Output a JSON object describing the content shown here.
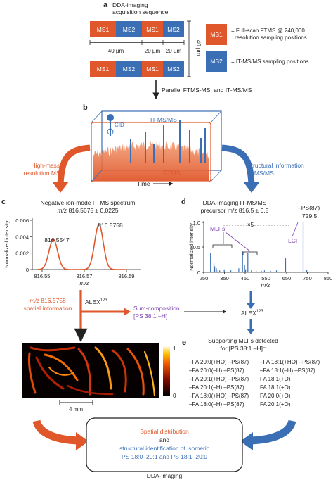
{
  "colors": {
    "ms1": "#e0572b",
    "ms2": "#3a6fb6",
    "purple": "#7a3fb0",
    "orange": "#e0572b",
    "blue": "#3a6fb6"
  },
  "panel_a": {
    "letter": "a",
    "title_line1": "DDA-imaging",
    "title_line2": "acquisition sequence",
    "row1": [
      "MS1",
      "MS2",
      "MS1",
      "MS2"
    ],
    "row2": [
      "MS1",
      "MS2",
      "MS1",
      "MS2"
    ],
    "dim_40": "40 µm",
    "dim_20a": "20 µm",
    "dim_20b": "20 µm",
    "dim_vertical": "40 µm",
    "legend_ms1_label": "MS1",
    "legend_ms1_line1": "= Full-scan FTMS @ 240,000",
    "legend_ms1_line2": "resolution sampling positions",
    "legend_ms2_label": "MS2",
    "legend_ms2_line1": "= IT-MS/MS sampling positions",
    "arrow_caption": "Parallel FTMS-MSI and IT-MS/MS"
  },
  "panel_b": {
    "letter": "b",
    "itmsms": "IT-MS/MS",
    "cid": "CID",
    "ftms": "FTMS",
    "time": "Time",
    "left_line1": "High-mass-",
    "left_line2": "resolution MSI",
    "right_line1": "Structural information",
    "right_line2": "IT-MS/MS"
  },
  "panel_c": {
    "letter": "c",
    "title_line1": "Negative-ion-mode FTMS spectrum",
    "title_line2_mz": "m/z",
    "title_line2_rest": "816.5675 ± 0.0225",
    "peak1": "816.5547",
    "peak2": "816.5758",
    "ylabel": "Normalized intensity",
    "xlabel": "m/z",
    "yticks": [
      "0",
      "0.002",
      "0.004",
      "0.006"
    ],
    "xticks": [
      "816.55",
      "816.57",
      "816.59"
    ],
    "spatial_line1": "m/z 816.5758",
    "spatial_line2": "spatial information",
    "alex": "ALEX",
    "alex_sup": "123",
    "sum_line1": "Sum-composition",
    "sum_line2": "[PS 38:1 –H]⁻",
    "colorbar_max": "1",
    "colorbar_min": "0",
    "scalebar": "4 mm"
  },
  "panel_d": {
    "letter": "d",
    "title_line1": "DDA-imaging IT-MS/MS",
    "title_line2": "precursor m/z 816.5 ± 0.5",
    "ylabel": "Normalized intensity",
    "xlabel": "m/z",
    "yticks": [
      "0",
      "0.5",
      "1.0"
    ],
    "xticks": [
      "250",
      "350",
      "450",
      "550",
      "650",
      "750",
      "850"
    ],
    "ps87_line1": "–PS(87)",
    "ps87_line2": "729.5",
    "mlfs": "MLFs",
    "x5": "×5",
    "lcf": "LCF",
    "alex": "ALEX",
    "alex_sup": "123"
  },
  "panel_e": {
    "letter": "e",
    "title_line1": "Supporting MLFs detected",
    "title_line2": "for [PS 38:1 –H]⁻",
    "col1": [
      "–FA 20:0(+HO) –PS(87)",
      "–FA 20:0(–H) –PS(87)",
      "–FA 20:1(+HO) –PS(87)",
      "–FA 20:1(–H) –PS(87)",
      "–FA 18:0(+HO) –PS(87)",
      "–FA 18:0(–H) –PS(87)"
    ],
    "col2": [
      "–FA 18:1(+HO) –PS(87)",
      "–FA 18:1(–H) –PS(87)",
      "FA 18:1(+O)",
      "FA 18:1(+O)",
      "FA 20:0(+O)",
      "FA 20:1(+O)"
    ]
  },
  "bottom": {
    "line1": "Spatial distribution",
    "line2": "and",
    "line3": "structural identification of isomeric",
    "line4": "PS 18:0–20:1 and PS 18:1–20:0",
    "caption": "DDA-imaging"
  }
}
